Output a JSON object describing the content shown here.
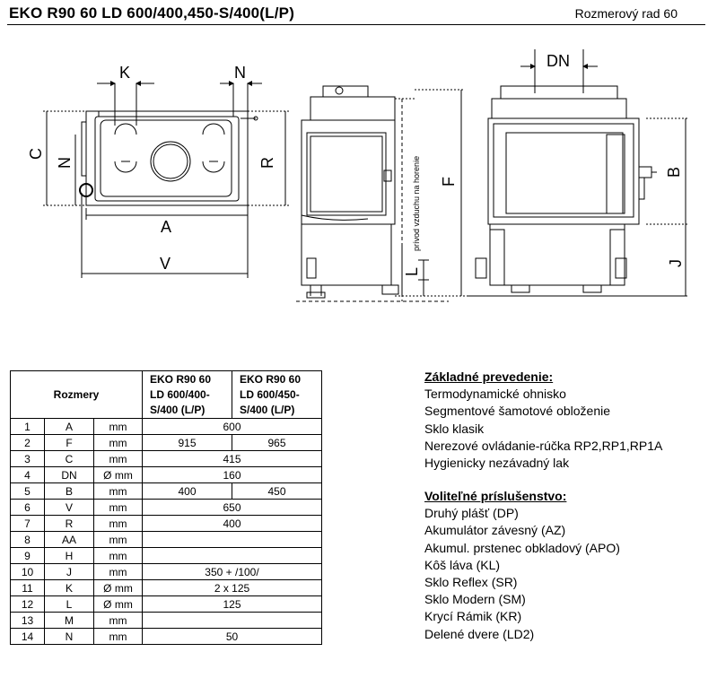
{
  "header": {
    "title": "EKO R90 60 LD 600/400,450-S/400(L/P)",
    "series": "Rozmerový rad 60"
  },
  "drawing": {
    "labels": {
      "K": "K",
      "N_top": "N",
      "C": "C",
      "N_side": "N",
      "R": "R",
      "A": "A",
      "V": "V",
      "L": "L",
      "F": "F",
      "DN": "DN",
      "B": "B",
      "J": "J",
      "air_note": "prívod vzduchu na horenie"
    }
  },
  "table": {
    "header_label": "Rozmery",
    "col1_header": [
      "EKO R90 60",
      "LD 600/400-",
      "S/400 (L/P)"
    ],
    "col2_header": [
      "EKO R90 60",
      "LD 600/450-",
      "S/400 (L/P)"
    ],
    "rows": [
      {
        "n": "1",
        "sym": "A",
        "unit": "mm",
        "merged": "600"
      },
      {
        "n": "2",
        "sym": "F",
        "unit": "mm",
        "v1": "915",
        "v2": "965"
      },
      {
        "n": "3",
        "sym": "C",
        "unit": "mm",
        "merged": "415"
      },
      {
        "n": "4",
        "sym": "DN",
        "unit": "Ø mm",
        "merged": "160"
      },
      {
        "n": "5",
        "sym": "B",
        "unit": "mm",
        "v1": "400",
        "v2": "450"
      },
      {
        "n": "6",
        "sym": "V",
        "unit": "mm",
        "merged": "650"
      },
      {
        "n": "7",
        "sym": "R",
        "unit": "mm",
        "merged": "400"
      },
      {
        "n": "8",
        "sym": "AA",
        "unit": "mm",
        "merged": ""
      },
      {
        "n": "9",
        "sym": "H",
        "unit": "mm",
        "merged": ""
      },
      {
        "n": "10",
        "sym": "J",
        "unit": "mm",
        "merged": "350 + /100/"
      },
      {
        "n": "11",
        "sym": "K",
        "unit": "Ø mm",
        "merged": "2 x 125"
      },
      {
        "n": "12",
        "sym": "L",
        "unit": "Ø mm",
        "merged": "125"
      },
      {
        "n": "13",
        "sym": "M",
        "unit": "mm",
        "merged": ""
      },
      {
        "n": "14",
        "sym": "N",
        "unit": "mm",
        "merged": "50"
      }
    ]
  },
  "basic": {
    "heading": "Základné prevedenie:",
    "items": [
      "Termodynamické ohnisko",
      "Segmentové šamotové obloženie",
      "Sklo klasik",
      "Nerezové ovládanie-rúčka RP2,RP1,RP1A",
      "Hygienicky nezávadný lak"
    ]
  },
  "optional": {
    "heading": "Voliteľné príslušenstvo:",
    "items": [
      "Druhý plášť  (DP)",
      "Akumulátor závesný  (AZ)",
      "Akumul. prstenec obkladový (APO)",
      "Kôš láva (KL)",
      "Sklo Reflex (SR)",
      "Sklo Modern (SM)",
      "Krycí Rámik (KR)",
      "Delené dvere (LD2)"
    ]
  }
}
